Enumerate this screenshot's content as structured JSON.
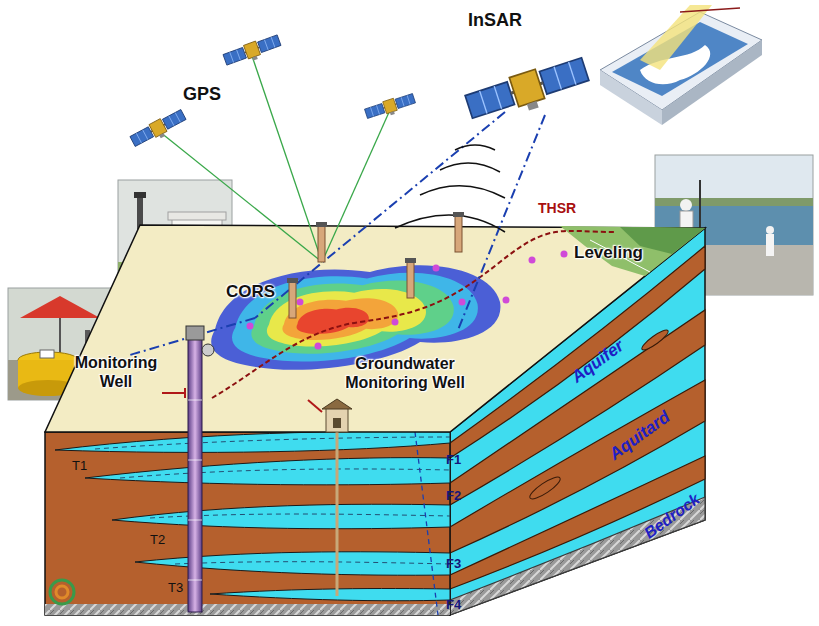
{
  "diagram": {
    "labels": [
      "GPS",
      "InSAR",
      "THSR",
      "Leveling",
      "CORS",
      "Monitoring Well",
      "Groundwater Monitoring Well",
      "Aquifer",
      "Aquitard",
      "Bedrock",
      "T1",
      "T2",
      "T3",
      "F1",
      "F2",
      "F3",
      "F4"
    ]
  }
}
